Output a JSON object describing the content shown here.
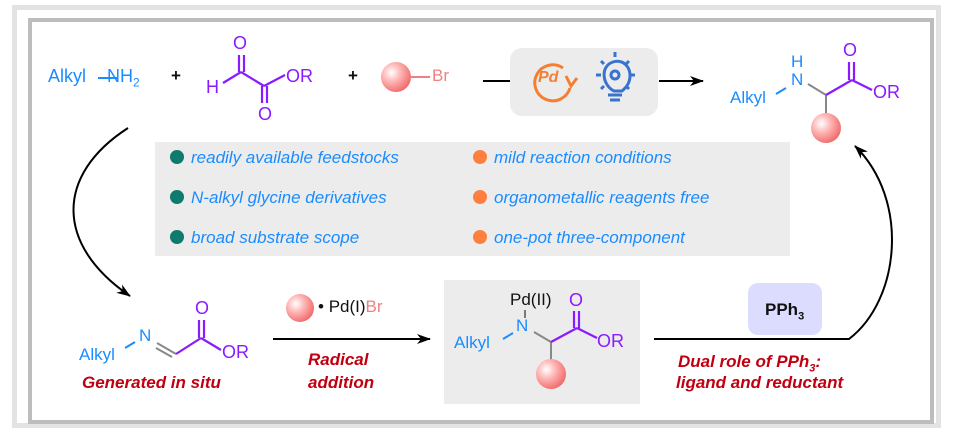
{
  "reaction": {
    "reactant_amine": {
      "label": "Alkyl",
      "group": "NH",
      "subscript": "2"
    },
    "plus": "+",
    "reactant_glyoxylate": {
      "o_top": "O",
      "h": "H",
      "or": "OR",
      "o_bottom": "O"
    },
    "reactant_bromide": {
      "br": "Br"
    },
    "catalyst_label": "Pd",
    "product": {
      "h": "H",
      "n": "N",
      "alkyl": "Alkyl",
      "o": "O",
      "or": "OR"
    }
  },
  "features": {
    "left": [
      "readily available feedstocks",
      "N-alkyl glycine derivatives",
      "broad substrate scope"
    ],
    "right": [
      "mild reaction conditions",
      "organometallic reagents free",
      "one-pot three-component"
    ],
    "left_dot_color": "#0f7a6e",
    "right_dot_color": "#ff7f3f"
  },
  "mechanism": {
    "imine": {
      "alkyl": "Alkyl",
      "n": "N",
      "o": "O",
      "or": "OR",
      "caption": "Generated in situ"
    },
    "radical_reagent": {
      "dot": "•",
      "pd": "Pd(I)",
      "br": "Br"
    },
    "radical_caption_1": "Radical",
    "radical_caption_2": "addition",
    "intermediate": {
      "pd": "Pd(II)",
      "n": "N",
      "alkyl": "Alkyl",
      "o": "O",
      "or": "OR"
    },
    "reductant": {
      "label": "PPh",
      "subscript": "3"
    },
    "dual_role_1_pre": "Dual role of PPh",
    "dual_role_1_sub": "3",
    "dual_role_1_post": ":",
    "dual_role_2": "ligand and reductant"
  },
  "colors": {
    "alkyl_blue": "#1a8cff",
    "carbonyl_purple": "#8a1aff",
    "sphere_salmon": "#f08080",
    "pd_orange": "#f57f30",
    "bulb_blue": "#3a72d0",
    "caption_red": "#c00010"
  }
}
